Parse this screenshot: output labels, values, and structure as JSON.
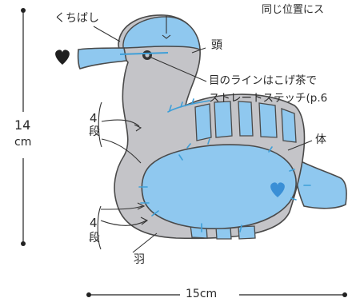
{
  "labels": {
    "top_note": "同じ位置にス",
    "beak": "くちばし",
    "head": "頭",
    "eye_line_1": "目のラインはこげ茶で",
    "eye_line_2": "ストレートステッチ(p.6",
    "body": "体",
    "wing": "羽",
    "height_value": "14",
    "height_unit": "cm",
    "width": "15cm",
    "rows_upper_num": "4",
    "rows_upper_unit": "段",
    "rows_lower_num": "4",
    "rows_lower_unit": "段"
  },
  "colors": {
    "gray": "#c4c4c8",
    "blue": "#8fc8ef",
    "stitch": "#3f9fd8",
    "outline": "#4a4a4a",
    "heart_black": "#1f1f1f",
    "heart_blue": "#3a8fd6"
  },
  "icons": [
    "heart-icon",
    "heart-icon-blue",
    "eye-icon"
  ]
}
